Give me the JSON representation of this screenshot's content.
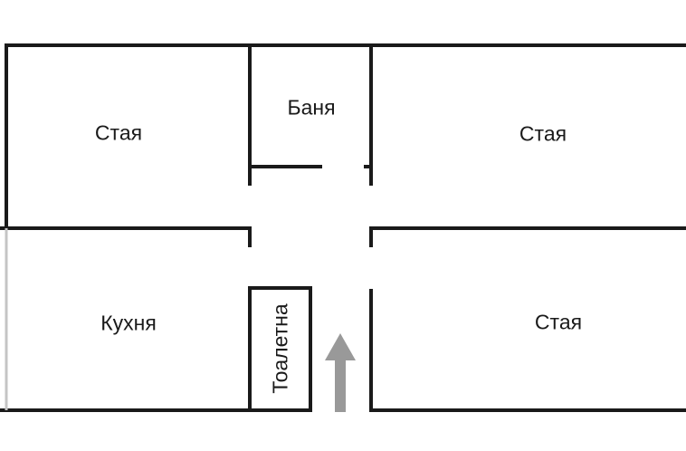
{
  "plan": {
    "rooms": {
      "room_top_left": "Стая",
      "bathroom": "Баня",
      "room_top_right": "Стая",
      "kitchen": "Кухня",
      "toilet": "Тоалетна",
      "room_bottom_right": "Стая"
    },
    "colors": {
      "wall": "#1a1a1a",
      "arrow": "#999999",
      "faded_wall": "#c4c4c4"
    }
  }
}
